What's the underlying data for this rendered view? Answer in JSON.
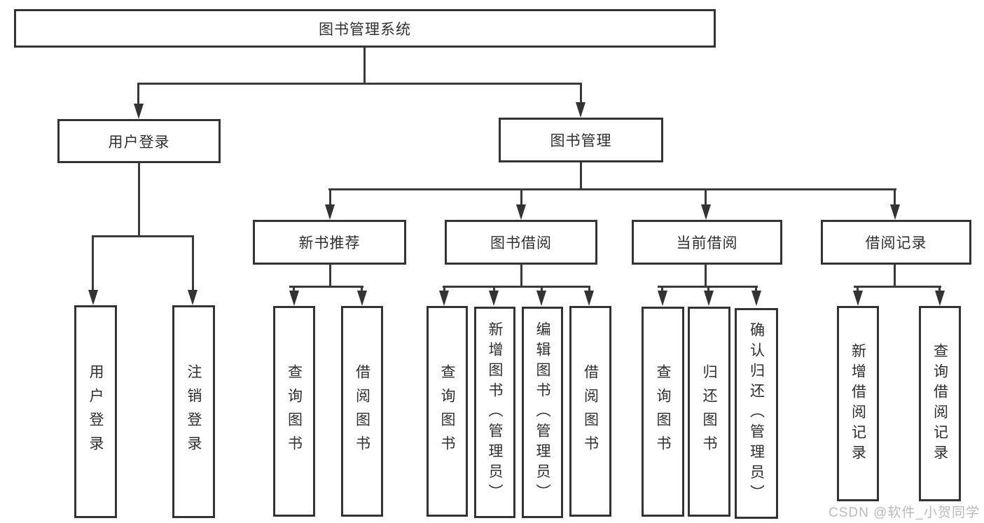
{
  "diagram": {
    "root": "图书管理系统",
    "level2": [
      "用户登录",
      "图书管理"
    ],
    "level3": [
      "新书推荐",
      "图书借阅",
      "当前借阅",
      "借阅记录"
    ],
    "leaves_user_login": [
      "用户登录",
      "注销登录"
    ],
    "leaves_new_books": [
      "查询图书",
      "借阅图书"
    ],
    "leaves_book_borrow": [
      "查询图书",
      "新增图书（管理员）",
      "编辑图书（管理员）",
      "借阅图书"
    ],
    "leaves_current_borrow": [
      "查询图书",
      "归还图书",
      "确认归还（管理员）"
    ],
    "leaves_borrow_records": [
      "新增借阅记录",
      "查询借阅记录"
    ],
    "watermark": "CSDN @软件_小贺同学",
    "colors": {
      "line": "#333333",
      "text": "#2f2f2f",
      "background": "#ffffff",
      "watermark": "#b9b9c2"
    }
  }
}
